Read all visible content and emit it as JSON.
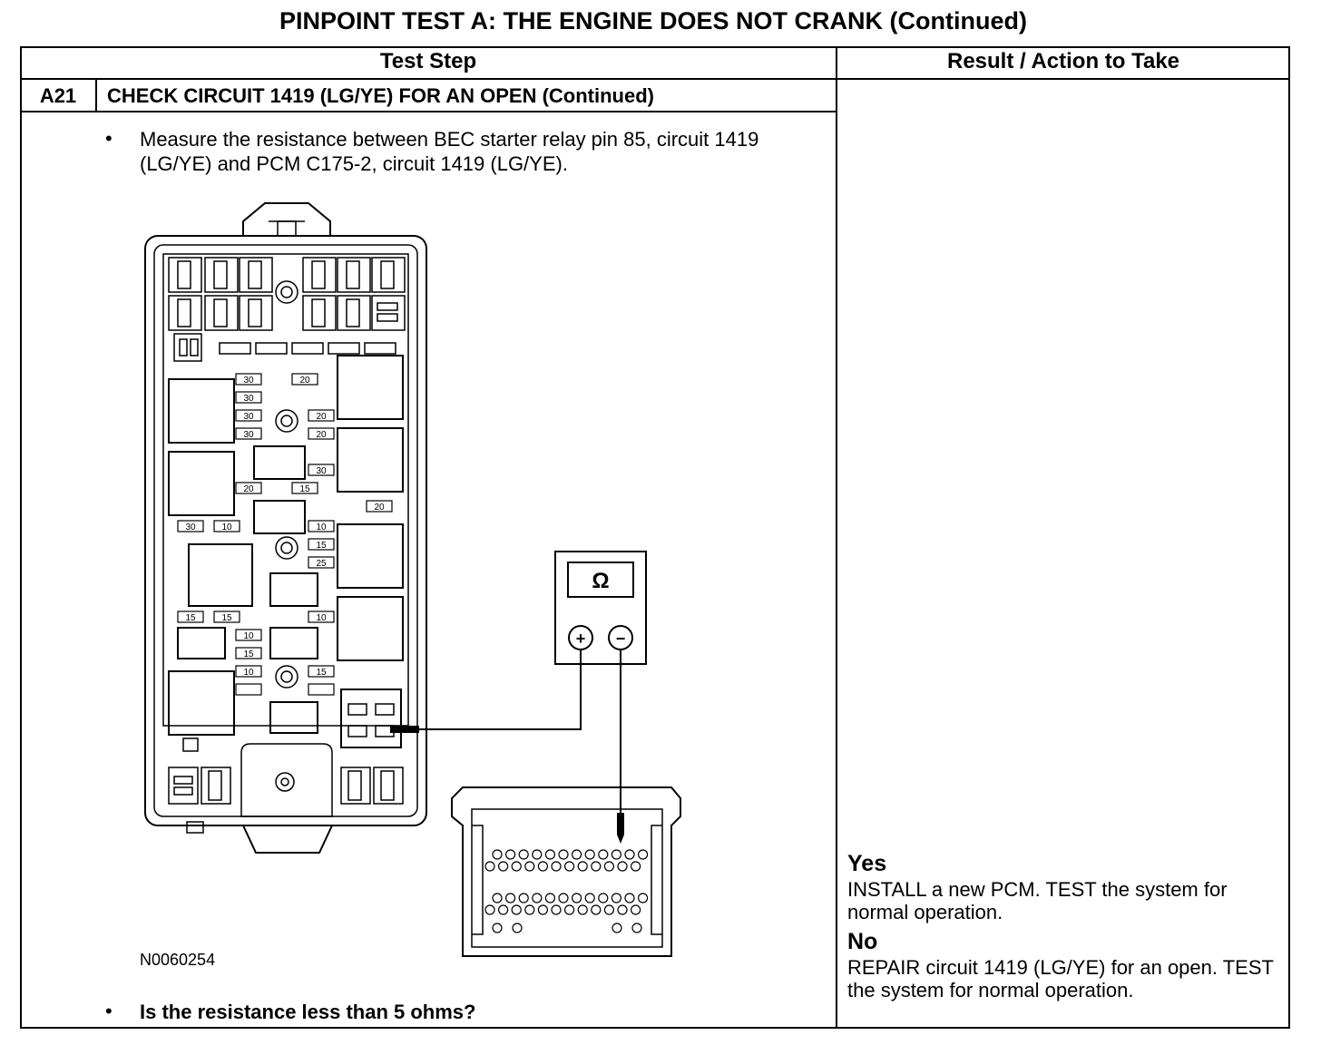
{
  "title": "PINPOINT TEST  A: THE ENGINE DOES NOT CRANK (Continued)",
  "headers": {
    "test_step": "Test Step",
    "result": "Result / Action to Take"
  },
  "step": {
    "id": "A21",
    "title": "CHECK CIRCUIT 1419 (LG/YE) FOR AN OPEN (Continued)"
  },
  "instructions": [
    "Measure the resistance between BEC starter relay pin 85, circuit 1419 (LG/YE) and PCM C175-2, circuit 1419 (LG/YE).",
    "Is the resistance less than 5 ohms?"
  ],
  "bullet_glyph": "•",
  "figure": {
    "id": "N0060254",
    "meter_symbol": "Ω",
    "meter_plus": "+",
    "meter_minus": "−",
    "fuse_labels": [
      "30",
      "20",
      "30",
      "30",
      "20",
      "30",
      "20",
      "30",
      "20",
      "15",
      "20",
      "30",
      "10",
      "10",
      "15",
      "25",
      "15",
      "15",
      "10",
      "10",
      "15",
      "10",
      "15"
    ]
  },
  "results": {
    "yes_label": "Yes",
    "yes_text": "INSTALL a new PCM. TEST the system for normal operation.",
    "no_label": "No",
    "no_text": "REPAIR circuit 1419 (LG/YE) for an open. TEST the system for normal operation."
  }
}
